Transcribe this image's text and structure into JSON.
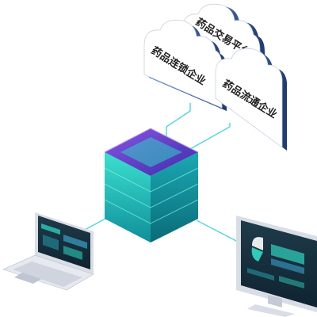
{
  "clouds": [
    {
      "label": "药品交易平台"
    },
    {
      "label": "药品连锁企业"
    },
    {
      "label": "药品流通企业"
    }
  ],
  "colors": {
    "link_line": "#4fd6e0",
    "server_top": "#6b4bd1",
    "server_body": "#20c4b8",
    "cloud_fill": "#ffffff",
    "cloud_edge": "#2b4f8a",
    "device_dark": "#2a3a44",
    "device_frame": "#d9dde6"
  },
  "icons": {
    "server": "server-stack-icon",
    "laptop": "laptop-icon",
    "monitor": "desktop-monitor-icon"
  }
}
